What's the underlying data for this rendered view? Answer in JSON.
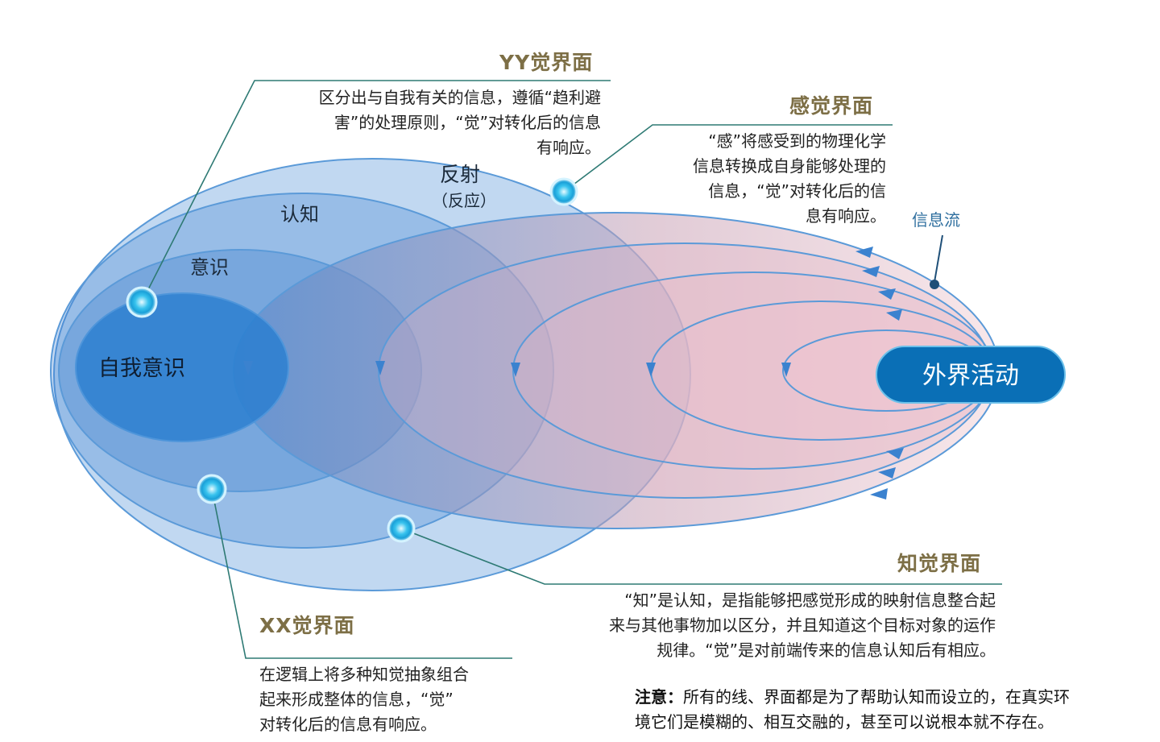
{
  "colors": {
    "blue_fill": "#2b7fd0",
    "pink_fill": "#e8b4bf",
    "ring_stroke": "#4a8fd4",
    "leader_line": "#2e7a74",
    "title_color": "#7d6f46",
    "pill_fill": "#0a6fb6"
  },
  "ellipse_labels": {
    "self": "自我意识",
    "consciousness": "意识",
    "cognition": "认知",
    "reflex": "反射",
    "reflex_sub": "（反应）",
    "external": "外界活动",
    "info_flow": "信息流"
  },
  "annotations": {
    "yy": {
      "title": "YY觉界面",
      "lines": [
        "区分出与自我有关的信息，遵循“趋利避",
        "害”的处理原则，“觉”对转化后的信息",
        "有响应。"
      ]
    },
    "sense": {
      "title": "感觉界面",
      "lines": [
        "“感”将感受到的物理化学",
        "信息转换成自身能够处理的",
        "信息，“觉”对转化后的信",
        "息有响应。"
      ]
    },
    "perception": {
      "title": "知觉界面",
      "lines": [
        "“知”是认知，是指能够把感觉形成的映射信息整合起",
        "来与其他事物加以区分，并且知道这个目标对象的运作",
        "规律。“觉”是对前端传来的信息认知后有相应。"
      ]
    },
    "xx": {
      "title": "XX觉界面",
      "lines": [
        "在逻辑上将多种知觉抽象组合",
        "起来形成整体的信息，“觉”",
        "对转化后的信息有响应。"
      ]
    }
  },
  "note": {
    "label": "注意：",
    "line1": "所有的线、界面都是为了帮助认知而设立的，在真实环",
    "line2": "境它们是模糊的、相互交融的，甚至可以说根本就不存在。"
  }
}
